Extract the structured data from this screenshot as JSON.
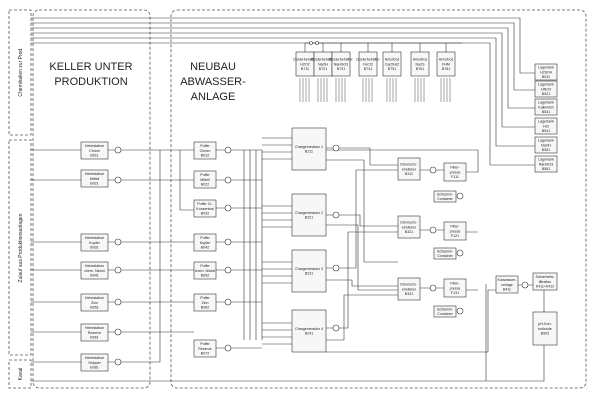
{
  "regions": {
    "keller": {
      "line1": "KELLER UNTER",
      "line2": "PRODUKTION"
    },
    "neubau": {
      "line1": "NEUBAU",
      "line2": "ABWASSER-",
      "line3": "ANLAGE"
    }
  },
  "side_labels": {
    "chemicals": "Chemikalien zur Prod.",
    "inflow": "Zulauf aus Produktionsanlagen",
    "sewer": "Kanal"
  },
  "lift_stations": [
    {
      "lines": [
        "Hebestation",
        "Chrom",
        "B011"
      ]
    },
    {
      "lines": [
        "Hebestation",
        "Mitteil",
        "B021"
      ]
    },
    {
      "lines": [
        "Hebestation",
        "Kupfer",
        "B031"
      ]
    },
    {
      "lines": [
        "Hebestation",
        "chem. Nickel",
        "B041"
      ]
    },
    {
      "lines": [
        "Hebestation",
        "Zinn",
        "B051"
      ]
    },
    {
      "lines": [
        "Hebestation",
        "Reserve",
        "B061"
      ]
    },
    {
      "lines": [
        "Hebestation",
        "Stripper",
        "B081"
      ]
    }
  ],
  "buffers": [
    {
      "lines": [
        "Puffer",
        "Chrom",
        "B012"
      ]
    },
    {
      "lines": [
        "Puffer",
        "Mittell",
        "B022"
      ]
    },
    {
      "lines": [
        "Puffer Cr-",
        "Konzentrat",
        "B032"
      ]
    },
    {
      "lines": [
        "Puffer",
        "Kupfer",
        "B042"
      ]
    },
    {
      "lines": [
        "Puffer",
        "chem. Nickel",
        "B052"
      ]
    },
    {
      "lines": [
        "Puffer",
        "Zinn",
        "B062"
      ]
    },
    {
      "lines": [
        "Puffer",
        "Reserve",
        "B072"
      ]
    }
  ],
  "reactors": [
    {
      "lines": [
        "Chargenreaktor 1",
        "B211"
      ]
    },
    {
      "lines": [
        "Chargenreaktor 2",
        "B221"
      ]
    },
    {
      "lines": [
        "Chargenreaktor 3",
        "B231"
      ]
    },
    {
      "lines": [
        "Chargenreaktor 4",
        "B241"
      ]
    }
  ],
  "dosing": [
    {
      "lines": [
        "Dosierbehälter",
        "H2O2",
        "B711"
      ]
    },
    {
      "lines": [
        "Dosierbehälter",
        "NaOH",
        "B721"
      ]
    },
    {
      "lines": [
        "Dosierbehälter",
        "NaHSO3",
        "B731"
      ]
    },
    {
      "lines": [
        "Dosierbehälter",
        "FeCl3",
        "B741"
      ]
    },
    {
      "lines": [
        "Ams/Dos",
        "Ca(OH)2",
        "B751"
      ]
    },
    {
      "lines": [
        "Ams/Dos",
        "Na2S",
        "B761"
      ]
    },
    {
      "lines": [
        "Ams/Dos",
        "FHM",
        "B781"
      ]
    }
  ],
  "storage": [
    {
      "lines": [
        "Lagertank",
        "H2SO4",
        "B511"
      ]
    },
    {
      "lines": [
        "Lagertank",
        "HNO3",
        "B521"
      ]
    },
    {
      "lines": [
        "Lagertank",
        "Kalkmilch",
        "B531"
      ]
    },
    {
      "lines": [
        "Lagertank",
        "HCl",
        "B541"
      ]
    },
    {
      "lines": [
        "Lagertank",
        "NaOH",
        "B551"
      ]
    },
    {
      "lines": [
        "Lagertank",
        "NaHSO3",
        "B561"
      ]
    }
  ],
  "thickeners": [
    {
      "lines": [
        "Dünnschl.-",
        "eindicker",
        "B311"
      ]
    },
    {
      "lines": [
        "Dünnschl.-",
        "eindicker",
        "B321"
      ]
    },
    {
      "lines": [
        "Dünnschl.-",
        "eindicker",
        "B331"
      ]
    }
  ],
  "filter_presses": [
    {
      "lines": [
        "Filter-",
        "presse",
        "F111"
      ]
    },
    {
      "lines": [
        "Filter-",
        "presse",
        "F121"
      ]
    },
    {
      "lines": [
        "Filter-",
        "presse",
        "F131"
      ]
    }
  ],
  "sludge_containers": [
    {
      "lines": [
        "Schlamm-",
        "Container"
      ]
    },
    {
      "lines": [
        "Schlamm-",
        "Container"
      ]
    },
    {
      "lines": [
        "Schlamm-",
        "Container"
      ]
    }
  ],
  "clean_water": {
    "lines": [
      "Klarwasser-",
      "vorlage",
      "B411"
    ]
  },
  "safety_filter": {
    "lines": [
      "Sicherheits-",
      "filtration",
      "K411+K412"
    ]
  },
  "ph_control": {
    "lines": [
      "pH-Kon-",
      "trollstufe",
      "B502"
    ]
  },
  "colors": {
    "line": "#333333",
    "box_fill": "#f7f7f7",
    "dash": "#555555"
  }
}
